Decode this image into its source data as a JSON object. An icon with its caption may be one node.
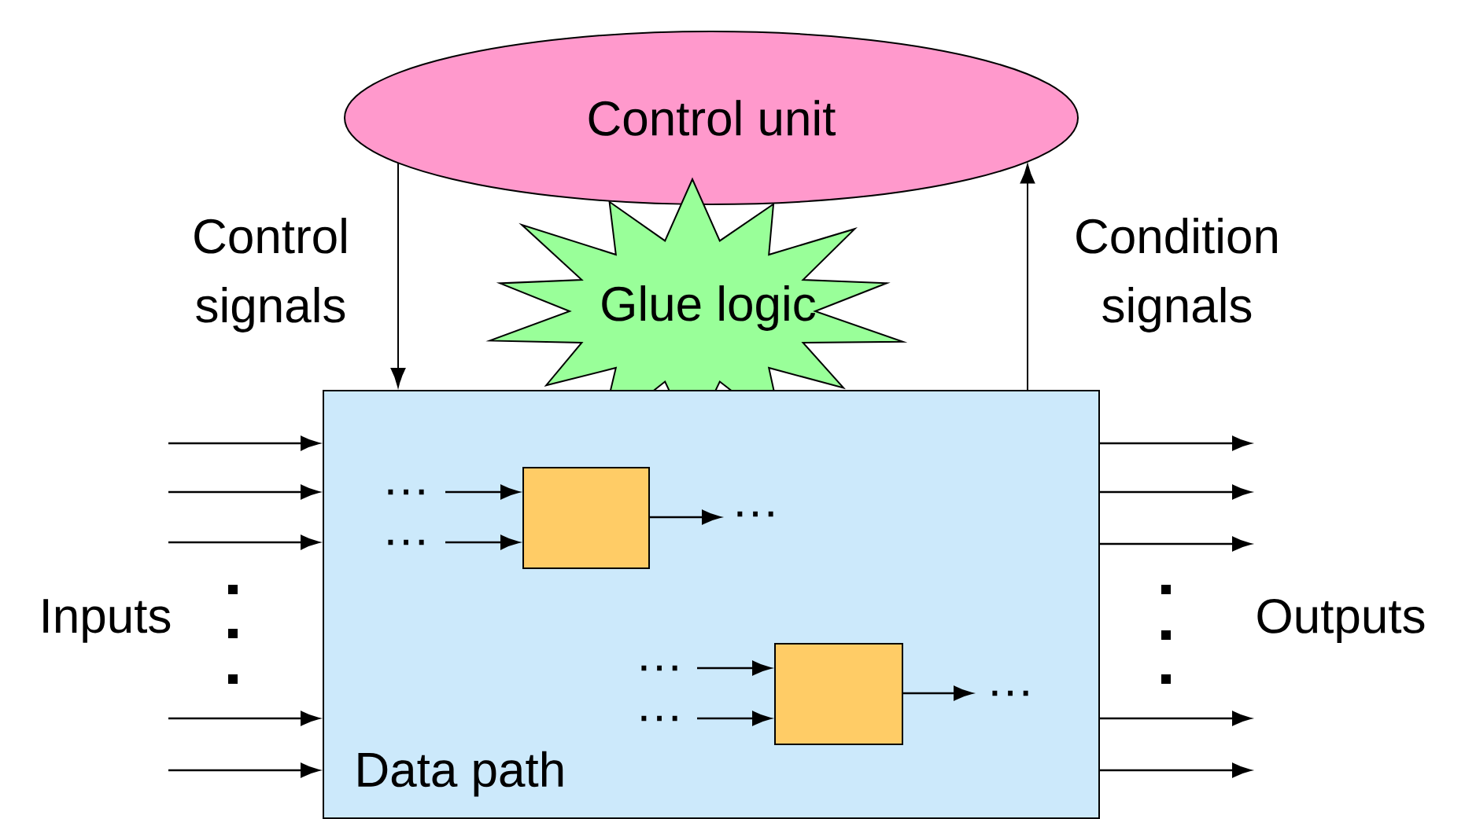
{
  "diagram": {
    "nodes": [
      {
        "text": [
          "Control unit"
        ]
      },
      {
        "text": [
          "Glue logic"
        ]
      },
      {
        "text": [
          "Data path"
        ]
      },
      {
        "text": [],
        "shape": "box",
        "in": 2
      },
      {
        "text": [],
        "shape": "box",
        "in": 2
      }
    ],
    "edges": [
      {
        "from": 0,
        "to": 2,
        "arrow": "to",
        "label": "Control signals"
      },
      {
        "from": 2,
        "to": 0,
        "arrow": "to",
        "label": "Condition signals"
      },
      {
        "from": null,
        "to": 2,
        "arrow": "to"
      },
      {
        "from": null,
        "to": 2,
        "arrow": "to"
      },
      {
        "from": null,
        "to": 2,
        "arrow": "to"
      },
      {
        "from": null,
        "to": 2,
        "arrow": "to"
      },
      {
        "from": null,
        "to": 2,
        "arrow": "to"
      },
      {
        "from": 2,
        "to": null,
        "arrow": "to"
      },
      {
        "from": 2,
        "to": null,
        "arrow": "to"
      },
      {
        "from": 2,
        "to": null,
        "arrow": "to"
      },
      {
        "from": 2,
        "to": null,
        "arrow": "to"
      },
      {
        "from": 2,
        "to": null,
        "arrow": "to"
      },
      {
        "from": null,
        "to": 3,
        "arrow": "to"
      },
      {
        "from": null,
        "to": 3,
        "arrow": "to"
      },
      {
        "from": 3,
        "to": null,
        "arrow": "to"
      },
      {
        "from": null,
        "to": 4,
        "arrow": "to"
      },
      {
        "from": null,
        "to": 4,
        "arrow": "to"
      },
      {
        "from": 4,
        "to": null,
        "arrow": "to"
      }
    ],
    "labels": [
      "…",
      "…",
      "…",
      "Inputs",
      "Outputs",
      "…",
      "…",
      "…"
    ]
  }
}
